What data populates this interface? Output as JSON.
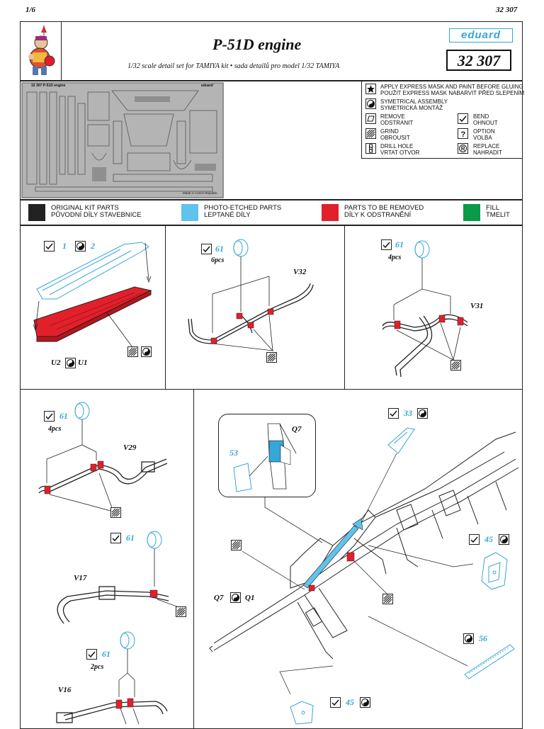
{
  "header": {
    "page": "1/6",
    "code": "32 307"
  },
  "title": {
    "name": "P-51D engine",
    "subtitle": "1/32 scale detail set for TAMIYA kit • sada detailů pro model 1/32 TAMIYA",
    "brand": "eduard",
    "number": "32 307"
  },
  "fret": {
    "top_label": "32 307   P-51D engine",
    "brand": "eduard",
    "made_in": "Made in Czech Republic"
  },
  "symbols_legend": [
    {
      "icon": "star-icon",
      "en": "APPLY EXPRESS MASK AND PAINT BEFORE GLUING",
      "cz": "POUŽIT EXPRESS MASK NABARVIT PŘED SLEPENÍM"
    },
    {
      "icon": "symmetry-icon",
      "en": "SYMETRICAL ASSEMBLY",
      "cz": "SYMETRICKÁ MONTÁŽ"
    },
    {
      "icon": "remove-icon",
      "en": "REMOVE",
      "cz": "ODSTRANIT"
    },
    {
      "icon": "bend-icon",
      "en": "BEND",
      "cz": "OHNOUT"
    },
    {
      "icon": "grind-icon",
      "en": "GRIND",
      "cz": "OBROUSIT"
    },
    {
      "icon": "option-icon",
      "en": "OPTION",
      "cz": "VOLBA"
    },
    {
      "icon": "drill-icon",
      "en": "DRILL HOLE",
      "cz": "VRTAT OTVOR"
    },
    {
      "icon": "replace-icon",
      "en": "REPLACE",
      "cz": "NAHRADIT"
    }
  ],
  "color_legend": [
    {
      "color": "#222222",
      "en": "ORIGINAL KIT PARTS",
      "cz": "PŮVODNÍ DÍLY STAVEBNICE"
    },
    {
      "color": "#5fc3ee",
      "en": "PHOTO-ETCHED PARTS",
      "cz": "LEPTANÉ DÍLY"
    },
    {
      "color": "#e2202b",
      "en": "PARTS TO BE REMOVED",
      "cz": "DÍLY K ODSTRANĚNÍ"
    },
    {
      "color": "#0a9a48",
      "en": "FILL",
      "cz": "TMELIT"
    }
  ],
  "steps": {
    "s1": {
      "p1": "1",
      "p2": "2",
      "kitA": "U2",
      "kitB": "U1"
    },
    "s2": {
      "part": "61",
      "qty": "6pcs",
      "kit": "V32"
    },
    "s3": {
      "part": "61",
      "qty": "4pcs",
      "kit": "V31"
    },
    "s4": {
      "part": "61",
      "qty": "4pcs",
      "kit": "V29"
    },
    "s5": {
      "part": "61",
      "kit": "V17"
    },
    "s6": {
      "part": "61",
      "qty": "2pcs",
      "kit": "V16"
    },
    "s7": {
      "p33": "33",
      "p45a": "45",
      "p45b": "45",
      "p56": "56",
      "p53": "53",
      "q7": "Q7",
      "kitA": "Q7",
      "kitB": "Q1"
    }
  }
}
